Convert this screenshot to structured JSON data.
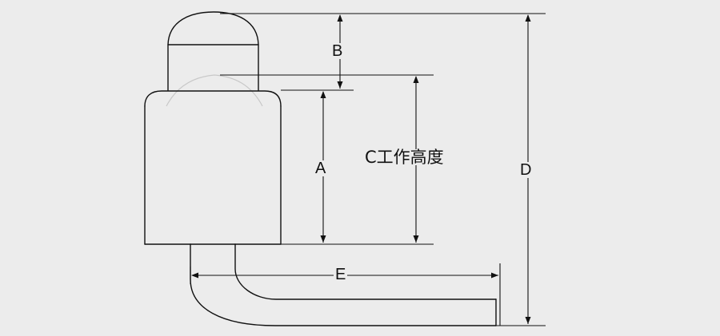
{
  "diagram": {
    "labels": {
      "a": "A",
      "b": "B",
      "c": "C工作高度",
      "d": "D",
      "e": "E"
    },
    "colors": {
      "background": "#ececec",
      "line": "#111111",
      "faint_line": "#c8c8c8"
    }
  }
}
